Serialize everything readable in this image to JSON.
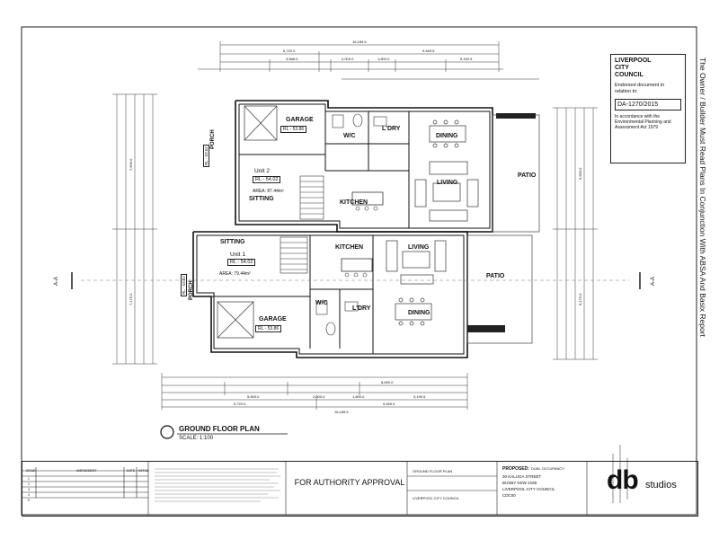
{
  "stamp": {
    "council": [
      "LIVERPOOL",
      "CITY",
      "COUNCIL"
    ],
    "endorsed": "Endorsed document in relation to:",
    "da_number": "DA-1270/2015",
    "accordance": "In accordance with the Environmental Planning and Assessment Act 1979"
  },
  "vertical_note": "The Owner / Builder Must Read Plans In Conjunction With ABSA And Basix Report",
  "rooms": {
    "garage_top": "GARAGE",
    "garage_top_rl": "RL - 53.86",
    "wc_top": "W/C",
    "ldry_top": "L'DRY",
    "dining_top": "DINING",
    "living_top": "LIVING",
    "kitchen_top": "KITCHEN",
    "unit2": "Unit 2",
    "unit2_rl": "RL - 54.02",
    "sitting_top": "SITTING",
    "area_top": "AREA: 87.44m²",
    "porch_top": "PORCH",
    "porch_top_rl": "RL - 53.52",
    "patio_top": "PATIO",
    "sitting_bot": "SITTING",
    "unit1": "Unit 1",
    "unit1_rl": "RL - 54.02",
    "area_bot": "AREA: 79.44m²",
    "kitchen_bot": "KITCHEN",
    "living_bot": "LIVING",
    "patio_bot": "PATIO",
    "porch_bot": "PORCH",
    "porch_bot_rl": "RL - 53.52",
    "garage_bot": "GARAGE",
    "garage_bot_rl": "RL - 53.86",
    "wc_bot": "W/C",
    "ldry_bot": "L'DRY",
    "dining_bot": "DINING"
  },
  "section_marks": {
    "left": "A-A",
    "right": "A-A"
  },
  "dimensions": {
    "overall_top": "16,189.5",
    "top_a": "6,720.0",
    "top_b": "9,469.5",
    "top_c": "3,588.0",
    "top_d": "2,003.0",
    "top_e": "1,800.0",
    "top_f": "5,190.5",
    "overall_bottom": "16,189.5",
    "bot_a": "5,720.0",
    "bot_b": "9,469.5",
    "bot_c": "5,500.0",
    "bot_d": "2,000.0",
    "bot_e": "1,800.0",
    "bot_f": "5,190.5",
    "bot_g": "8,690.0",
    "left_a": "7,600.0",
    "left_b": "7,175.0",
    "right_a": "6,950.0",
    "right_b": "6,175.0"
  },
  "plan_title": "GROUND FLOOR PLAN",
  "plan_scale": "SCALE: 1:100",
  "title_block": {
    "issue_head": [
      "ISSUE",
      "AMENDMENT",
      "DATE",
      "INITIAL"
    ],
    "issues": [
      "1",
      "2",
      "3",
      "4",
      "5"
    ],
    "authority": "FOR AUTHORITY APPROVAL",
    "drawing_title": "GROUND FLOOR PLAN",
    "client": "LIVERPOOL CITY COUNCIL",
    "proposed_label": "PROPOSED:",
    "proposed_value": "DUAL OCCUPANCY",
    "address_1": "30 KALUGA STREET",
    "address_2": "BUSBY NSW 2168",
    "address_3": "LIVERPOOL CITY COUNCIL",
    "address_4": "CDC00",
    "firm_logo": "db",
    "firm_name": "studios"
  }
}
